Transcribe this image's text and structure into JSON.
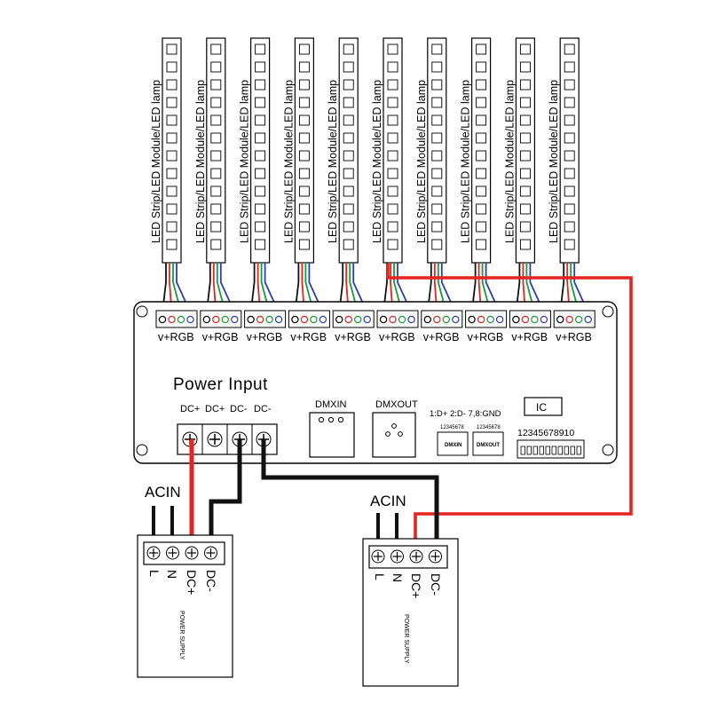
{
  "strip_label": "LED Strip/LED Module/LED lamp",
  "channel_label": "v+RGB",
  "channel_count": 10,
  "power_input": {
    "title": "Power Input",
    "terminals": [
      "DC+",
      "DC+",
      "DC-",
      "DC-"
    ]
  },
  "dmx": {
    "in_label": "DMXIN",
    "out_label": "DMXOUT",
    "pin_legend": "1:D+ 2:D- 7,8:GND",
    "small_in_pins": "12345678",
    "small_in_label": "DMXIN",
    "small_out_pins": "12345678",
    "small_out_label": "DMXOUT"
  },
  "ic_label": "IC",
  "dip_label": "12345678910",
  "power_supplies": [
    {
      "acin": "ACIN",
      "terminals": [
        "L",
        "N",
        "DC+",
        "DC-"
      ],
      "label": "POWER SUPPLY"
    },
    {
      "acin": "ACIN",
      "terminals": [
        "L",
        "N",
        "DC+",
        "DC-"
      ],
      "label": "POWER SUPPLY"
    }
  ],
  "colors": {
    "red": "#e52420",
    "green": "#1a9a3a",
    "blue": "#2a3fb0",
    "black": "#111111"
  }
}
